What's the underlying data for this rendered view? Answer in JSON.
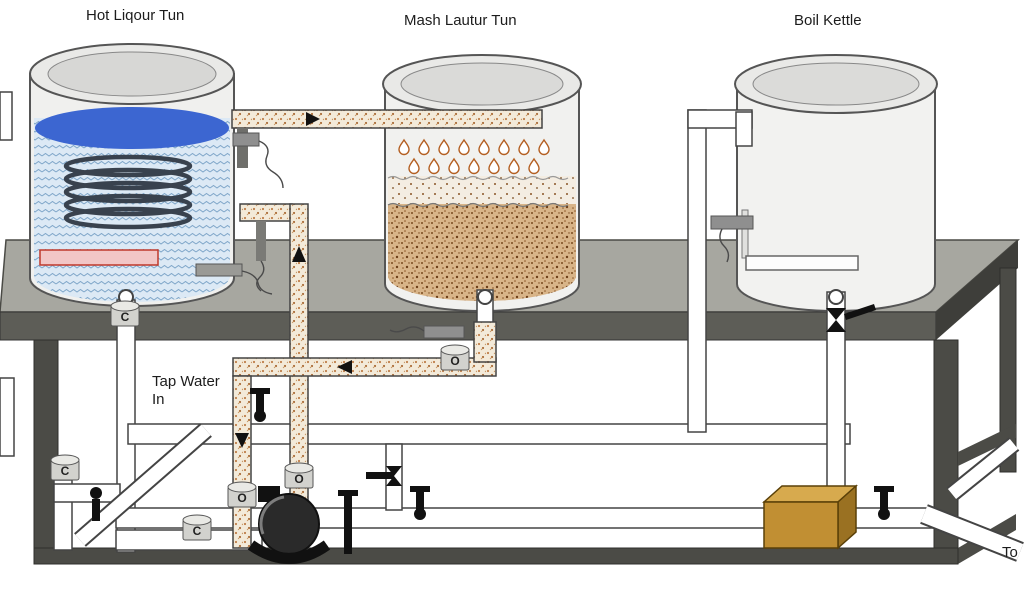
{
  "labels": {
    "hot_liquor_tun": "Hot Liqour Tun",
    "mash_lauter_tun": "Mash Lautur Tun",
    "boil_kettle": "Boil Kettle",
    "tap_water_line1": "Tap Water",
    "tap_water_line2": "In",
    "outlet": "To"
  },
  "indicators": [
    {
      "id": "hlt-drain-valve",
      "letter": "C"
    },
    {
      "id": "cold-inlet-valve",
      "letter": "C"
    },
    {
      "id": "pump-feed-valve",
      "letter": "C"
    },
    {
      "id": "mash-return-valve",
      "letter": "O"
    },
    {
      "id": "pump-inlet-valve",
      "letter": "O"
    },
    {
      "id": "pump-outlet-valve",
      "letter": "O"
    }
  ],
  "colors": {
    "table_top": "#a7a7a0",
    "table_front": "#5d5d57",
    "table_side": "#3e3e3a",
    "frame": "#4b4b46",
    "water_surface": "#3c66d1",
    "element": "#f2c6c6",
    "pump_body": "#2a2a2a",
    "pump_gold": "#c18f33",
    "pump_gold_top": "#d7aa4e",
    "pump_gold_side": "#9a7122",
    "pipe_fill": "#ffffff",
    "pipe_outline": "#444444",
    "stipple_tint": "#f3ead9",
    "grain": "#d8b488",
    "steel": "#8f8f8f",
    "valve": "#111111"
  }
}
